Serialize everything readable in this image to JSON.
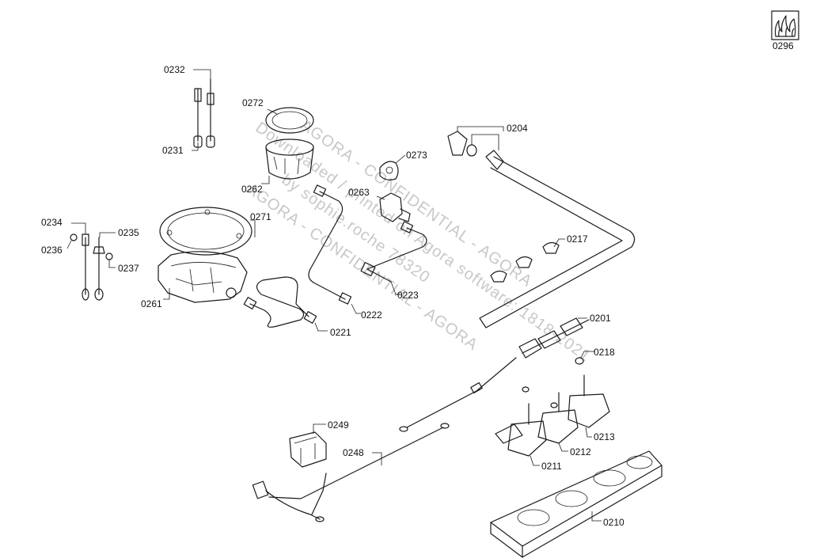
{
  "labels": {
    "l0296": "0296",
    "l0232": "0232",
    "l0272": "0272",
    "l0231": "0231",
    "l0262": "0262",
    "l0273": "0273",
    "l0263": "0263",
    "l0204": "0204",
    "l0234": "0234",
    "l0235": "0235",
    "l0236": "0236",
    "l0237": "0237",
    "l0271": "0271",
    "l0261": "0261",
    "l0217": "0217",
    "l0223": "0223",
    "l0222": "0222",
    "l0221": "0221",
    "l0201": "0201",
    "l0218": "0218",
    "l0249": "0249",
    "l0248": "0248",
    "l0213": "0213",
    "l0212": "0212",
    "l0211": "0211",
    "l0210": "0210"
  },
  "watermark": {
    "line1": "Downloaded / printed on Agora software: 1818-2021",
    "line2": "by sophie.roche 78320",
    "line3": "AGORA - CONFIDENTIAL - AGORA",
    "line4": "AGORA - CONFIDENTIAL - AGORA"
  },
  "icons": {
    "gas_flame": "gas-flame-icon"
  }
}
